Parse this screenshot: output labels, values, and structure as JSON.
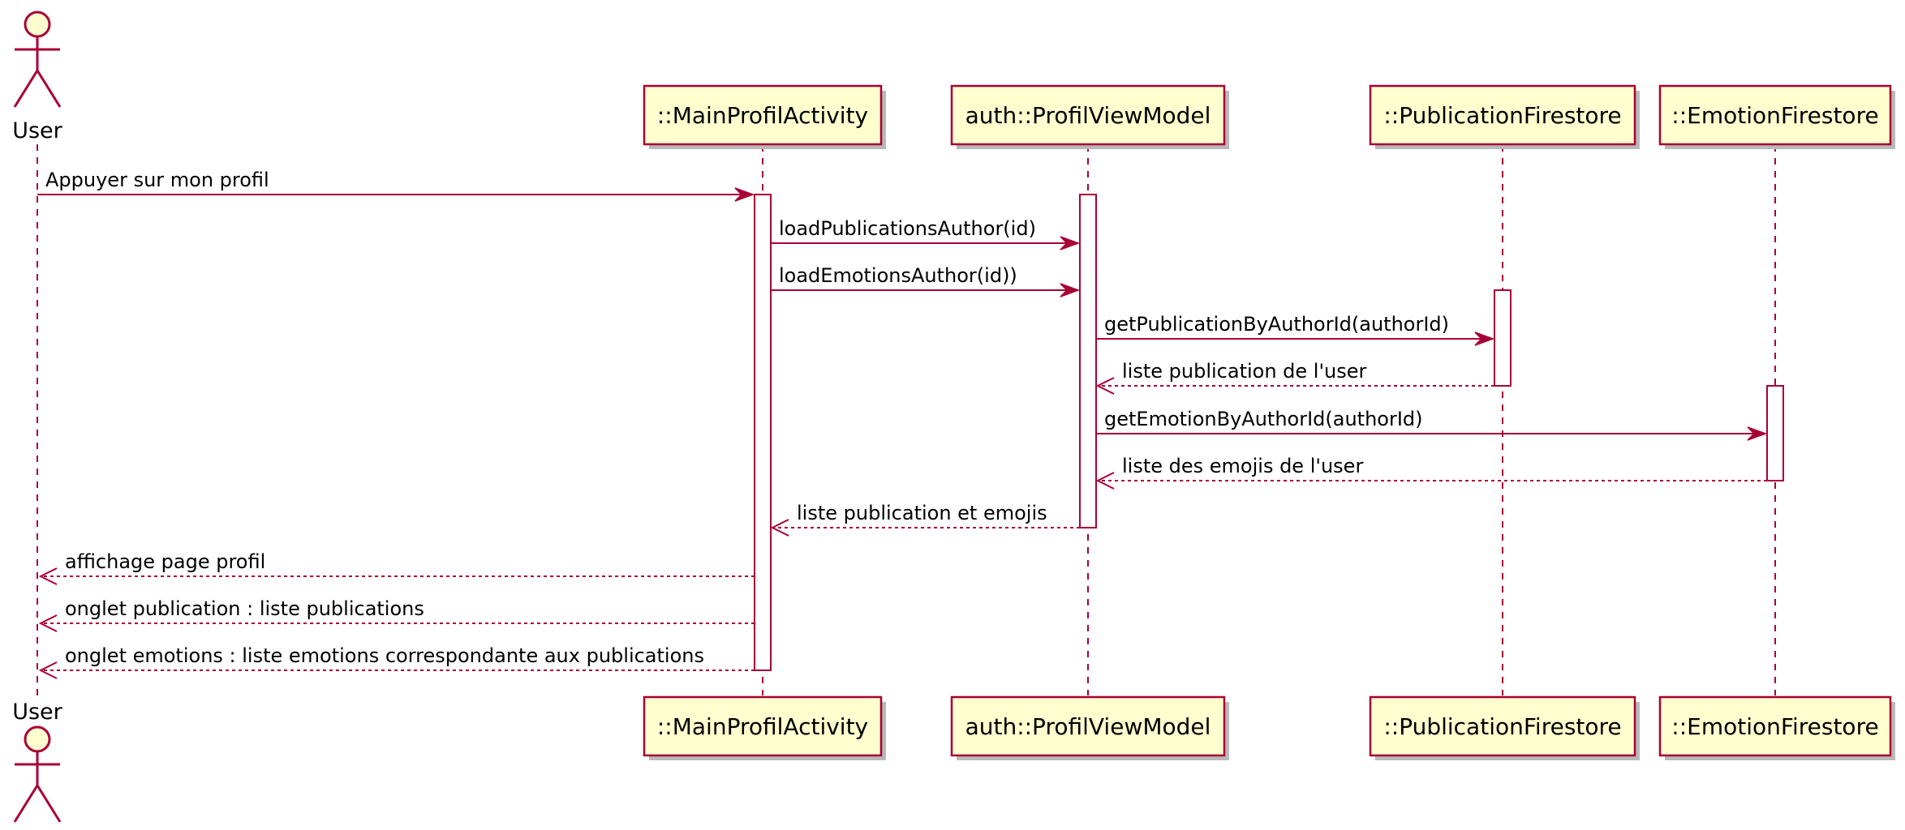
{
  "colors": {
    "line": "#A80036",
    "box_fill": "#FEFECE",
    "shadow": "#B9B9B9",
    "text": "#000000",
    "background": "#FFFFFF"
  },
  "actor": {
    "name": "User",
    "icon": "stick-figure-actor-icon"
  },
  "participants": [
    {
      "id": "main",
      "name": "::MainProfilActivity"
    },
    {
      "id": "vm",
      "name": "auth::ProfilViewModel"
    },
    {
      "id": "pub",
      "name": "::PublicationFirestore"
    },
    {
      "id": "emo",
      "name": "::EmotionFirestore"
    }
  ],
  "messages": [
    {
      "from": "user",
      "to": "main",
      "label": "Appuyer sur mon profil",
      "kind": "sync"
    },
    {
      "from": "main",
      "to": "vm",
      "label": "loadPublicationsAuthor(id)",
      "kind": "sync"
    },
    {
      "from": "main",
      "to": "vm",
      "label": "loadEmotionsAuthor(id))",
      "kind": "sync"
    },
    {
      "from": "vm",
      "to": "pub",
      "label": "getPublicationByAuthorId(authorId)",
      "kind": "sync"
    },
    {
      "from": "pub",
      "to": "vm",
      "label": "liste publication de l'user",
      "kind": "return"
    },
    {
      "from": "vm",
      "to": "emo",
      "label": "getEmotionByAuthorId(authorId)",
      "kind": "sync"
    },
    {
      "from": "emo",
      "to": "vm",
      "label": "liste des emojis de l'user",
      "kind": "return"
    },
    {
      "from": "vm",
      "to": "main",
      "label": "liste publication et emojis",
      "kind": "return"
    },
    {
      "from": "main",
      "to": "user",
      "label": "affichage page profil",
      "kind": "return"
    },
    {
      "from": "main",
      "to": "user",
      "label": "onglet publication : liste publications",
      "kind": "return"
    },
    {
      "from": "main",
      "to": "user",
      "label": "onglet emotions : liste emotions correspondante aux publications",
      "kind": "return"
    }
  ]
}
